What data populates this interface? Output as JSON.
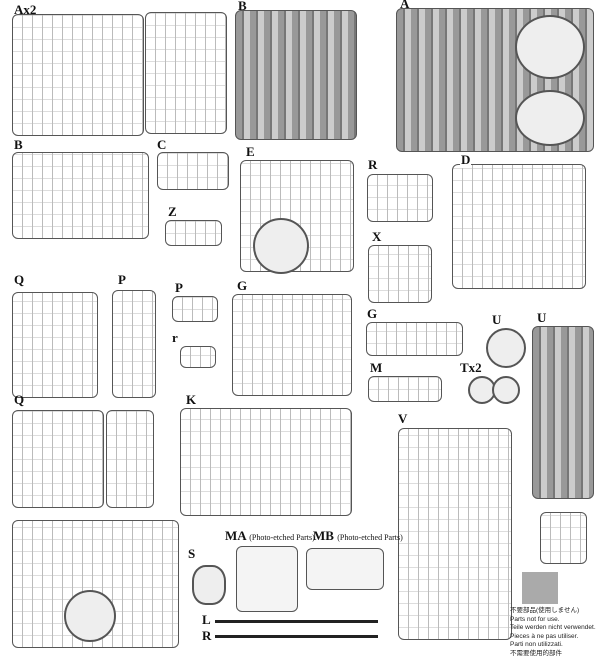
{
  "sprue_labels": {
    "ax2": "Ax2",
    "b1": "B",
    "a": "A",
    "b2": "B",
    "c": "C",
    "e": "E",
    "r1": "R",
    "d": "D",
    "z": "Z",
    "x": "X",
    "q1": "Q",
    "p1": "P",
    "p2": "P",
    "g1": "G",
    "g2": "G",
    "u1": "U",
    "u2": "U",
    "r_small": "r",
    "m": "M",
    "tx2": "Tx2",
    "q2": "Q",
    "k": "K",
    "v": "V",
    "ma": "MA",
    "mb": "MB",
    "s": "S",
    "l": "L",
    "r2": "R"
  },
  "photo_etched_caption": "(Photo-etched Parts)",
  "not_for_use": [
    "不要部品(使用しません)",
    "Parts not for use.",
    "Teile werden nicht verwendet.",
    "Pieces à ne pas utiliser.",
    "Parti non utilizzati.",
    "不需要使用的部件"
  ]
}
